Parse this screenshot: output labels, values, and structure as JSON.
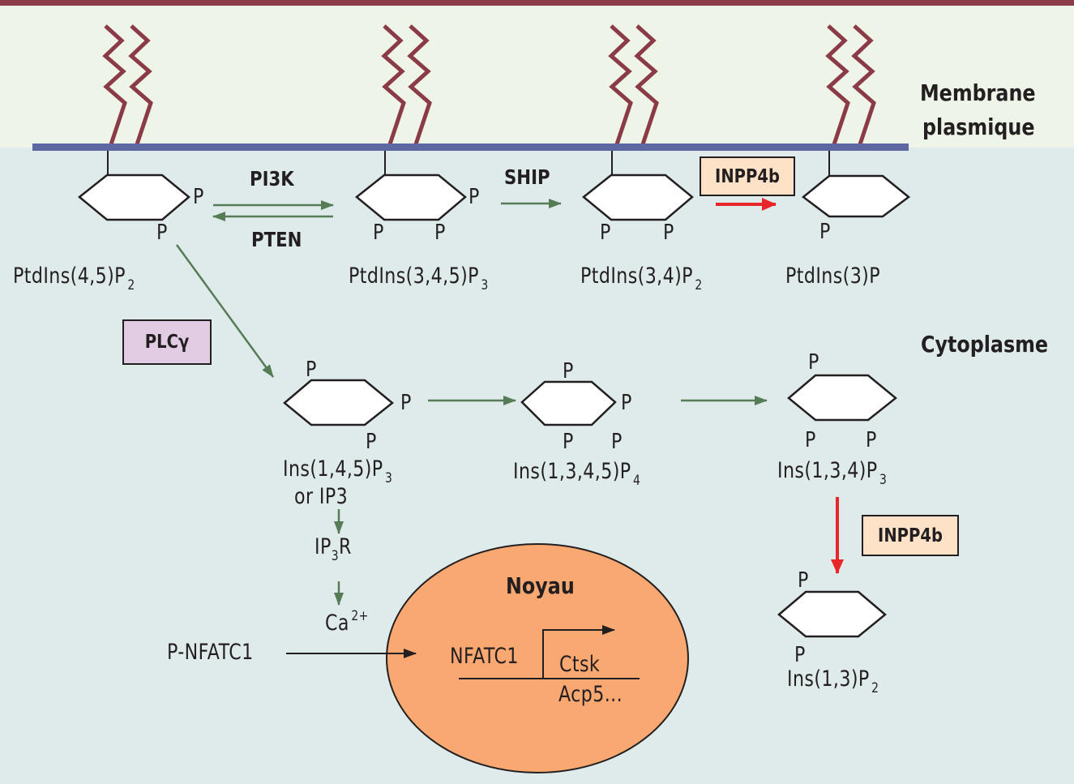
{
  "compartments": {
    "membrane_label_line1": "Membrane",
    "membrane_label_line2": "plasmique",
    "cytoplasm_label": "Cytoplasme",
    "nucleus_label": "Noyau"
  },
  "colors": {
    "extracellular_bg": "#eef5e8",
    "cytoplasm_bg": "#dfeaeb",
    "membrane_line": "#5d67a0",
    "lipid_tail": "#8b3a48",
    "top_border": "#8b3a48",
    "green_arrow": "#567c55",
    "red_arrow": "#e8262a",
    "inpp4b_box": "#fde2c8",
    "plc_box": "#e2cce3",
    "nucleus_fill": "#f8a870"
  },
  "phosphate_symbol": "P",
  "membrane_molecules": [
    {
      "id": "ptdins45p2",
      "name": "PtdIns(4,5)P",
      "subscript": "2"
    },
    {
      "id": "ptdins345p3",
      "name": "PtdIns(3,4,5)P",
      "subscript": "3"
    },
    {
      "id": "ptdins34p2",
      "name": "PtdIns(3,4)P",
      "subscript": "2"
    },
    {
      "id": "ptdins3p",
      "name": "PtdIns(3)P",
      "subscript": ""
    }
  ],
  "soluble_molecules": [
    {
      "id": "ins145p3",
      "name": "Ins(1,4,5)P",
      "subscript": "3",
      "alias": "or IP3"
    },
    {
      "id": "ins1345p4",
      "name": "Ins(1,3,4,5)P",
      "subscript": "4"
    },
    {
      "id": "ins134p3",
      "name": "Ins(1,3,4)P",
      "subscript": "3"
    },
    {
      "id": "ins13p2",
      "name": "Ins(1,3)P",
      "subscript": "2"
    }
  ],
  "enzymes": {
    "pi3k": "PI3K",
    "pten": "PTEN",
    "ship": "SHIP",
    "inpp4b_top": "INPP4b",
    "inpp4b_bottom": "INPP4b",
    "plcg": "PLCγ"
  },
  "calcium_pathway": {
    "receptor_prefix": "IP",
    "receptor_sub": "3",
    "receptor_suffix": "R",
    "calcium": "Ca",
    "calcium_charge": "2+",
    "p_nfatc1": "P-NFATC1"
  },
  "nucleus": {
    "factor": "NFATC1",
    "gene1": "Ctsk",
    "gene2": "Acp5..."
  }
}
